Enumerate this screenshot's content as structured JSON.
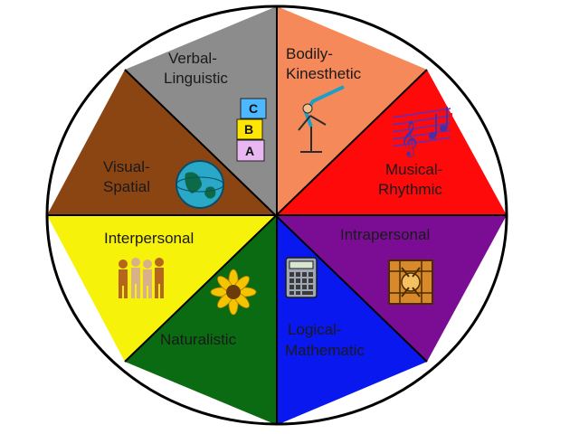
{
  "wheel": {
    "segments": [
      {
        "id": "verbal-linguistic",
        "label_lines": [
          "Verbal-",
          "Linguistic"
        ],
        "color": "#8c8c8c",
        "icon": "abc-blocks-icon"
      },
      {
        "id": "bodily-kinesthetic",
        "label_lines": [
          "Bodily-",
          "Kinesthetic"
        ],
        "color": "#f5895a",
        "icon": "gymnast-icon"
      },
      {
        "id": "musical-rhythmic",
        "label_lines": [
          "Musical-",
          "Rhythmic"
        ],
        "color": "#ff0a0a",
        "icon": "music-staff-icon"
      },
      {
        "id": "intrapersonal",
        "label_lines": [
          "Intrapersonal"
        ],
        "color": "#7a0d94",
        "icon": "self-reflection-icon"
      },
      {
        "id": "logical-mathematic",
        "label_lines": [
          "Logical-",
          "Mathematic"
        ],
        "color": "#0a18f0",
        "icon": "calculator-icon"
      },
      {
        "id": "naturalistic",
        "label_lines": [
          "Naturalistic"
        ],
        "color": "#0b6b12",
        "icon": "sunflower-icon"
      },
      {
        "id": "interpersonal",
        "label_lines": [
          "Interpersonal"
        ],
        "color": "#f7f20a",
        "icon": "people-group-icon"
      },
      {
        "id": "visual-spatial",
        "label_lines": [
          "Visual-",
          "Spatial"
        ],
        "color": "#8b4513",
        "icon": "globe-icon"
      }
    ],
    "blocks_letters": [
      "C",
      "B",
      "A"
    ],
    "outline_color": "#000000"
  }
}
